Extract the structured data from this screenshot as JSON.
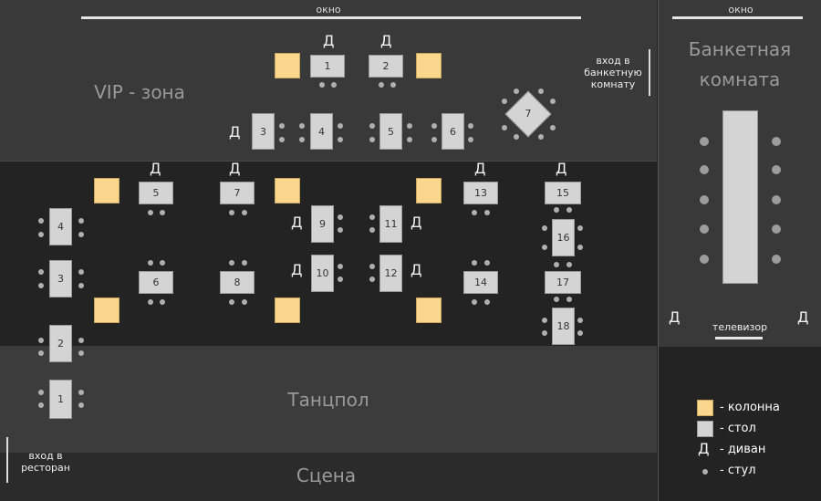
{
  "windows": {
    "main": "окно",
    "banquet": "окно"
  },
  "zones": {
    "vip": "VIP - зона",
    "banquet_line1": "Банкетная",
    "banquet_line2": "комната",
    "dance": "Танцпол",
    "stage": "Сцена"
  },
  "entrances": {
    "banquet_line1": "вход в",
    "banquet_line2": "банкетную",
    "banquet_line3": "комнату",
    "restaurant_line1": "вход в",
    "restaurant_line2": "ресторан"
  },
  "tv_label": "телевизор",
  "sofa_mark": "Д",
  "vip_tables": [
    "1",
    "2",
    "3",
    "4",
    "5",
    "6",
    "7"
  ],
  "hall_tables": [
    "1",
    "2",
    "3",
    "4",
    "5",
    "6",
    "7",
    "8",
    "9",
    "10",
    "11",
    "12",
    "13",
    "14",
    "15",
    "16",
    "17",
    "18"
  ],
  "legend": {
    "column": "- колонна",
    "table": "- стол",
    "sofa_symbol": "Д",
    "sofa": "- диван",
    "chair": "- стул"
  },
  "colors": {
    "column": "#fbd78d",
    "table": "#d4d4d4",
    "chair": "#b0b0b0",
    "vip_zone": "#393939",
    "hall": "#232323",
    "dance_floor": "#3c3c3c",
    "stage": "#2b2b2b"
  }
}
